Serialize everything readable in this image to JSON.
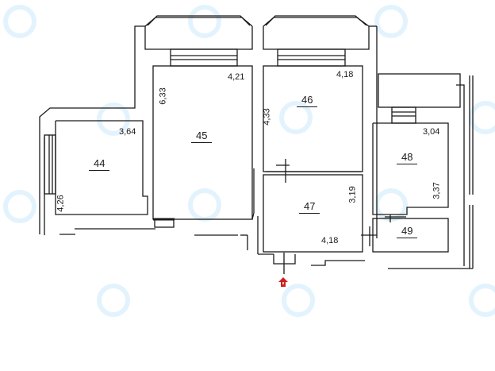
{
  "plan": {
    "rooms": [
      {
        "id": "44",
        "label": "44",
        "width_dim": "3,64",
        "height_dim": "4,26"
      },
      {
        "id": "45",
        "label": "45",
        "width_dim": "4,21",
        "height_dim": "6,33"
      },
      {
        "id": "46",
        "label": "46",
        "width_dim": "4,18",
        "height_dim": "4,33"
      },
      {
        "id": "47",
        "label": "47",
        "width_dim": "4,18",
        "height_dim": "3,19"
      },
      {
        "id": "48",
        "label": "48",
        "width_dim": "3,04",
        "height_dim": "3,37"
      },
      {
        "id": "49",
        "label": "49"
      }
    ],
    "entrance_marker": {
      "icon": "entrance-arrow-icon",
      "color": "#cc1f1f"
    },
    "colors": {
      "wall": "#1a1a1a",
      "watermark": "#e3f3fd",
      "background": "#ffffff"
    }
  }
}
